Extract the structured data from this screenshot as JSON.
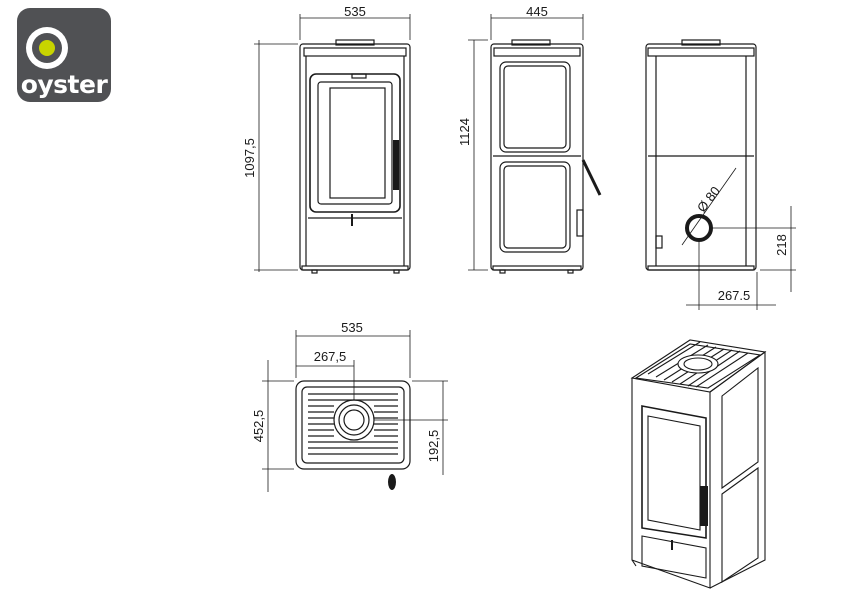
{
  "brand": {
    "name": "oyster",
    "ring_color": "#ffffff",
    "dot_color": "#c8d400",
    "tile_color": "#505154"
  },
  "dimensions": {
    "front_width": "535",
    "front_height": "1097,5",
    "side_width": "445",
    "side_height": "1124",
    "flue_diameter": "Ø 80",
    "flue_height": "218",
    "flue_offset": "267.5",
    "top_width": "535",
    "top_center": "267,5",
    "top_depth": "452,5",
    "top_flue_depth": "192,5"
  }
}
